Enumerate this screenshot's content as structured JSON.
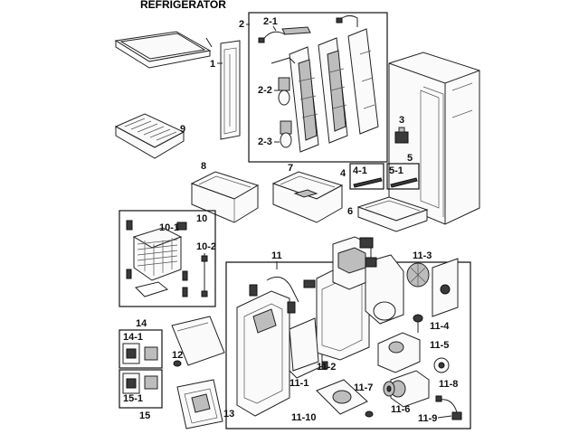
{
  "title": "REFRIGERATOR",
  "labels": {
    "p1": "1",
    "p2": "2",
    "p2_1": "2-1",
    "p2_2": "2-2",
    "p2_3": "2-3",
    "p3": "3",
    "p4": "4",
    "p4_1": "4-1",
    "p5": "5",
    "p5_1": "5-1",
    "p6": "6",
    "p7": "7",
    "p8": "8",
    "p9": "9",
    "p10": "10",
    "p10_1": "10-1",
    "p10_2": "10-2",
    "p11": "11",
    "p11_1": "11-1",
    "p11_2": "11-2",
    "p11_3": "11-3",
    "p11_4": "11-4",
    "p11_5": "11-5",
    "p11_6": "11-6",
    "p11_7": "11-7",
    "p11_8": "11-8",
    "p11_9": "11-9",
    "p11_10": "11-10",
    "p12": "12",
    "p13": "13",
    "p14": "14",
    "p14_1": "14-1",
    "p15": "15",
    "p15_1": "15-1"
  }
}
